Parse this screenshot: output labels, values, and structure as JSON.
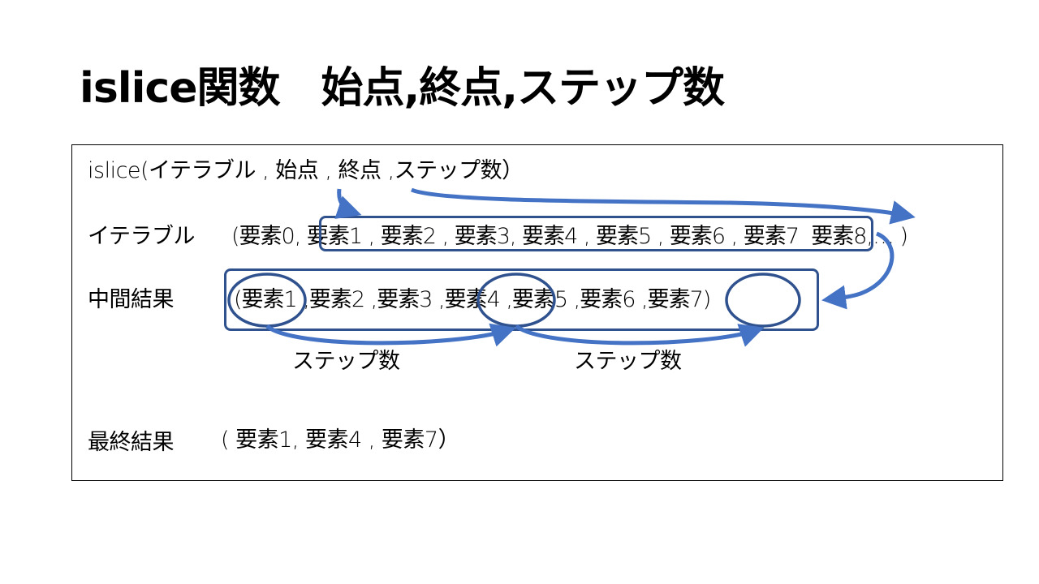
{
  "slide": {
    "title": "islice関数　始点,終点,ステップ数",
    "signature": "islice(イテラブル , 始点 , 終点 ,ステップ数）",
    "iterable_row": {
      "label": "イテラブル",
      "content": "(要素0, 要素1 , 要素2 , 要素3, 要素4 , 要素5 , 要素6 , 要素7  要素8,… )"
    },
    "middle_row": {
      "label": "中間結果",
      "content": "(要素1 ,要素2 ,要素3 ,要素4 ,要素5 ,要素6 ,要素7)"
    },
    "step_labels": [
      "ステップ数",
      "ステップ数"
    ],
    "final_row": {
      "label": "最終結果",
      "content": "( 要素1, 要素4 , 要素7）"
    }
  },
  "colors": {
    "box_stroke": "#2F528F",
    "arrow": "#4472C4",
    "text": "#000000",
    "frame": "#000000"
  }
}
